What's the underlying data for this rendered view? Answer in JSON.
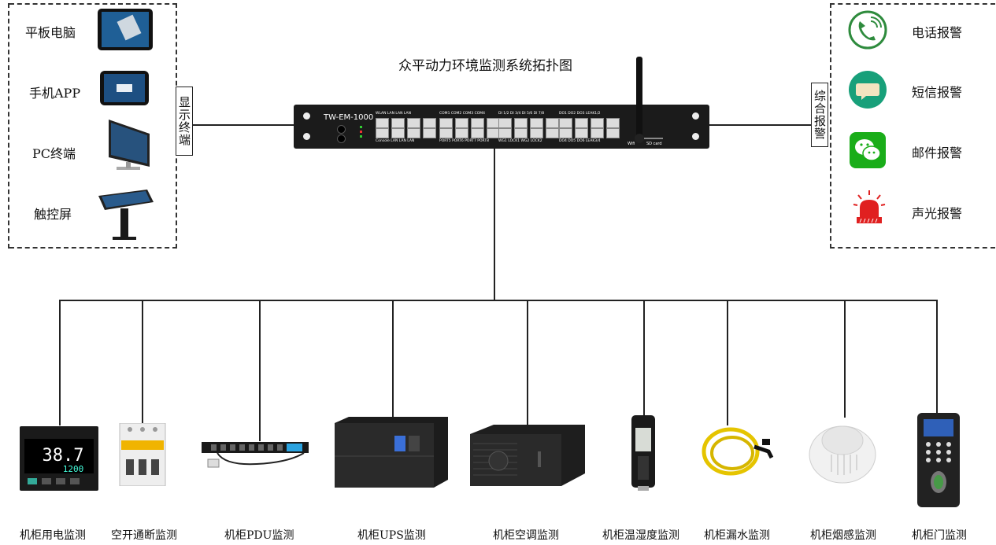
{
  "title": "众平动力环境监测系统拓扑图",
  "left_group_label": "显示终端",
  "right_group_label": "综合报警",
  "display_terminals": [
    {
      "label": "平板电脑",
      "icon": "tablet-icon"
    },
    {
      "label": "手机APP",
      "icon": "phone-icon"
    },
    {
      "label": "PC终端",
      "icon": "pc-monitor-icon"
    },
    {
      "label": "触控屏",
      "icon": "touch-kiosk-icon"
    }
  ],
  "alarms": [
    {
      "label": "电话报警",
      "icon": "phone-call-icon",
      "color": "#2e8b3d"
    },
    {
      "label": "短信报警",
      "icon": "sms-bubble-icon",
      "color": "#18a07a"
    },
    {
      "label": "邮件报警",
      "icon": "wechat-icon",
      "color": "#1aad19"
    },
    {
      "label": "声光报警",
      "icon": "alarm-light-icon",
      "color": "#e02020"
    }
  ],
  "host": {
    "model": "TW-EM-1000",
    "sd_card": "SD card",
    "wifi": "Wifi",
    "port_groups_top": [
      "WLAN LAN LAN LAN",
      "COM1 COM2 COM3 COM4",
      "DI 1/2 DI 3/4 DI 5/6 DI 7/8",
      "DO1 DO2 DO3 LEAK1/2"
    ],
    "port_groups_bottom": [
      "Console LAN LAN LAN",
      "PORT5 PORT6 PORT7 PORT8",
      "WG1 LOCK1 WG2 LOCK2",
      "DO4 DO5 DO6 LEAK3/4"
    ]
  },
  "devices": [
    {
      "label": "机柜用电监测",
      "icon": "temperature-controller-icon"
    },
    {
      "label": "空开通断监测",
      "icon": "circuit-breaker-icon"
    },
    {
      "label": "机柜PDU监测",
      "icon": "pdu-strip-icon"
    },
    {
      "label": "机柜UPS监测",
      "icon": "ups-icon"
    },
    {
      "label": "机柜空调监测",
      "icon": "air-conditioner-icon"
    },
    {
      "label": "机柜温湿度监测",
      "icon": "temp-humidity-sensor-icon"
    },
    {
      "label": "机柜漏水监测",
      "icon": "leak-cable-icon"
    },
    {
      "label": "机柜烟感监测",
      "icon": "smoke-detector-icon"
    },
    {
      "label": "机柜门监测",
      "icon": "door-access-icon"
    }
  ]
}
